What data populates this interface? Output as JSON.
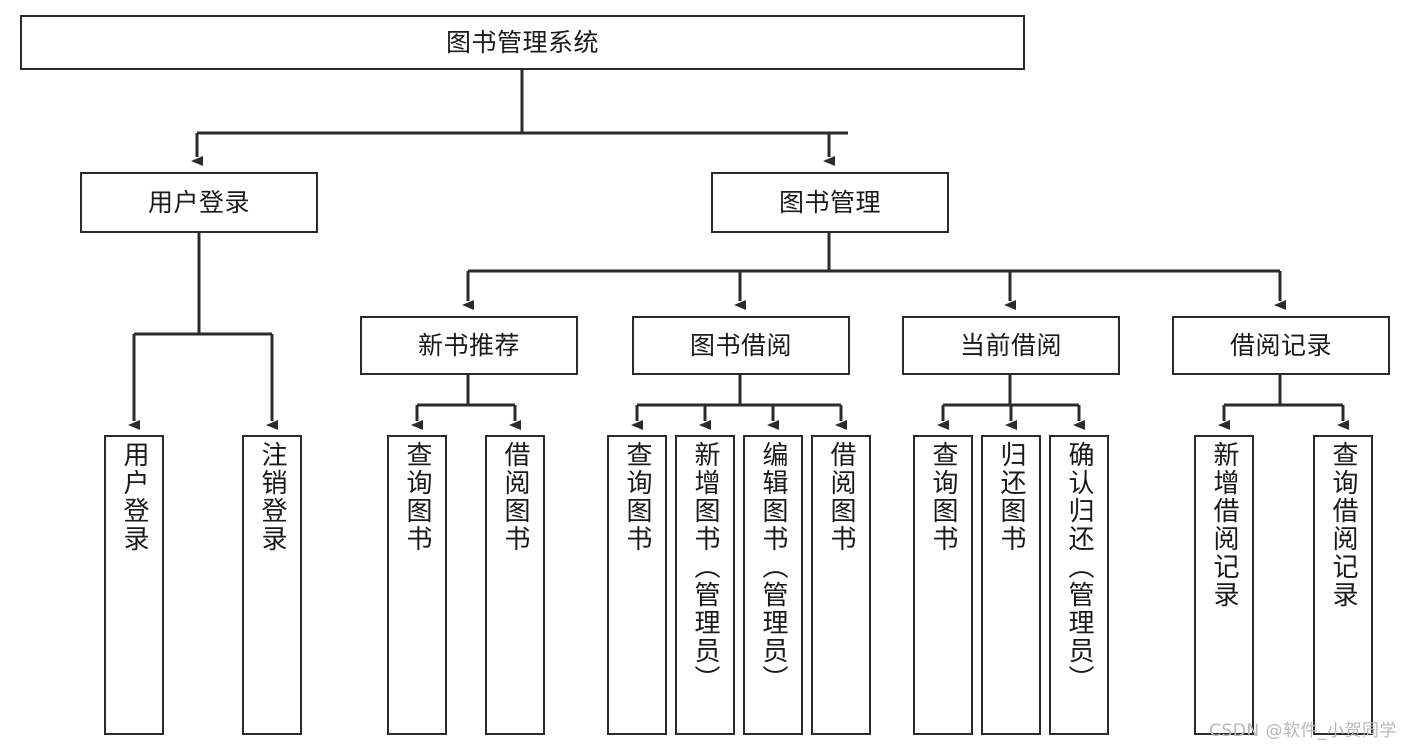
{
  "diagram": {
    "type": "tree",
    "title": "图书管理系统",
    "orientation": "top-down",
    "colors": {
      "node_border": "#2b2b2b",
      "node_fill": "#ffffff",
      "edge": "#2b2b2b",
      "text": "#1a1a1a",
      "watermark": "#b8b8b8",
      "background": "#ffffff"
    }
  },
  "root": {
    "id": "root",
    "label": "图书管理系统"
  },
  "level2": [
    {
      "id": "user-login",
      "label": "用户登录"
    },
    {
      "id": "book-manage",
      "label": "图书管理"
    }
  ],
  "level3": [
    {
      "id": "new-book-recommend",
      "label": "新书推荐",
      "parent": "book-manage"
    },
    {
      "id": "book-borrow",
      "label": "图书借阅",
      "parent": "book-manage"
    },
    {
      "id": "current-borrow",
      "label": "当前借阅",
      "parent": "book-manage"
    },
    {
      "id": "borrow-record",
      "label": "借阅记录",
      "parent": "book-manage"
    }
  ],
  "leaves": {
    "user_login": [
      {
        "id": "leaf-user-login",
        "label": "用户登录"
      },
      {
        "id": "leaf-user-logout",
        "label": "注销登录"
      }
    ],
    "new_book_recommend": [
      {
        "id": "leaf-query-book-1",
        "label": "查询图书"
      },
      {
        "id": "leaf-borrow-book-1",
        "label": "借阅图书"
      }
    ],
    "book_borrow": [
      {
        "id": "leaf-query-book-2",
        "label": "查询图书"
      },
      {
        "id": "leaf-add-book",
        "label": "新增图书（管理员）"
      },
      {
        "id": "leaf-edit-book",
        "label": "编辑图书（管理员）"
      },
      {
        "id": "leaf-borrow-book-2",
        "label": "借阅图书"
      }
    ],
    "current_borrow": [
      {
        "id": "leaf-query-book-3",
        "label": "查询图书"
      },
      {
        "id": "leaf-return-book",
        "label": "归还图书"
      },
      {
        "id": "leaf-confirm-return",
        "label": "确认归还（管理员）"
      }
    ],
    "borrow_record": [
      {
        "id": "leaf-add-record",
        "label": "新增借阅记录"
      },
      {
        "id": "leaf-query-record",
        "label": "查询借阅记录"
      }
    ]
  },
  "watermark": {
    "text": "CSDN @软件_小贺同学"
  }
}
